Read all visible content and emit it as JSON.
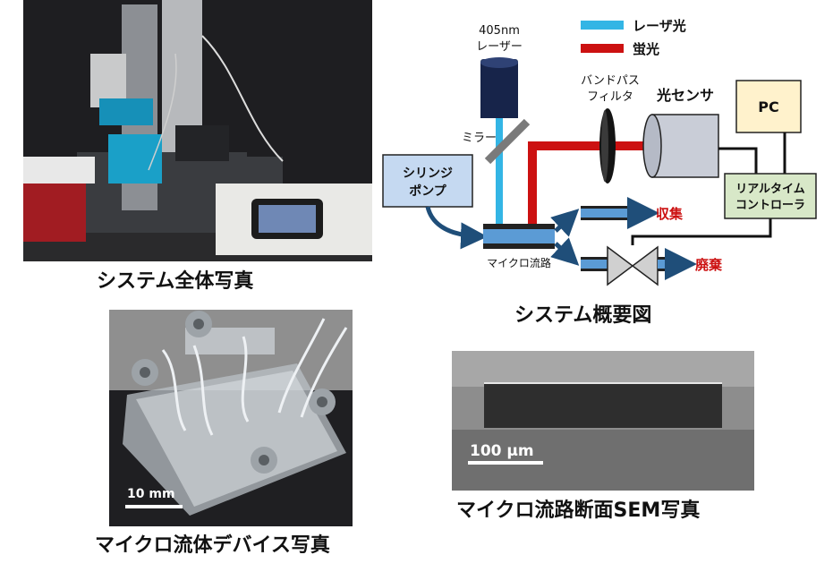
{
  "captions": {
    "system_photo": "システム全体写真",
    "system_diagram": "システム概要図",
    "device_photo": "マイクロ流体デバイス写真",
    "sem_photo": "マイクロ流路断面SEM写真"
  },
  "diagram": {
    "laser_wavelength": "405nm",
    "laser": "レーザー",
    "mirror": "ミラー",
    "bandpass_line1": "バンドパス",
    "bandpass_line2": "フィルタ",
    "photosensor": "光センサ",
    "pc": "PC",
    "syringe_line1": "シリンジ",
    "syringe_line2": "ポンプ",
    "controller_line1": "リアルタイム",
    "controller_line2": "コントローラ",
    "channel": "マイクロ流路",
    "collect": "収集",
    "waste": "廃棄",
    "legend_laser": "レーザ光",
    "legend_fluorescence": "蛍光"
  },
  "scalebars": {
    "device": "10 mm",
    "sem": "100 µm"
  },
  "colors": {
    "laser_light": "#33b5e5",
    "fluorescence": "#cc1111",
    "arrow": "#1f4e79",
    "pc_box": "#fff2cc",
    "syringe_box": "#c5d9f1",
    "controller_box": "#d8e8c8",
    "channel_blue": "#5b9bd5"
  }
}
